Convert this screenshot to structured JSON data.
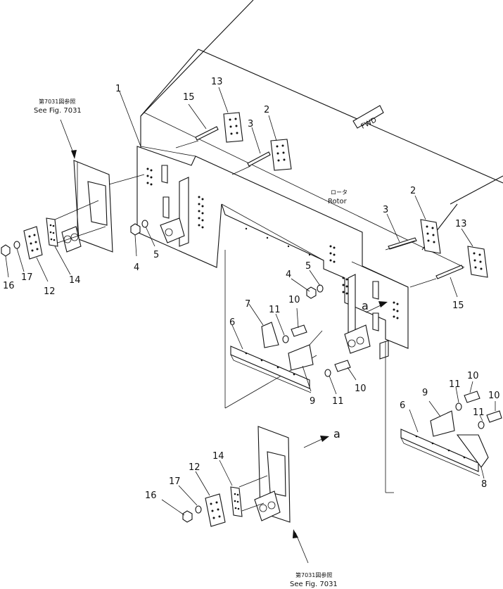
{
  "labels": {
    "p1": "1",
    "p2a": "2",
    "p2b": "2",
    "p3a": "3",
    "p3b": "3",
    "p4a": "4",
    "p4b": "4",
    "p5a": "5",
    "p5b": "5",
    "p6a": "6",
    "p6b": "6",
    "p7": "7",
    "p8": "8",
    "p9a": "9",
    "p9b": "9",
    "p10a": "10",
    "p10b": "10",
    "p10c": "10",
    "p10d": "10",
    "p11a": "11",
    "p11b": "11",
    "p11c": "11",
    "p11d": "11",
    "p12a": "12",
    "p12b": "12",
    "p13a": "13",
    "p13b": "13",
    "p14a": "14",
    "p14b": "14",
    "p15a": "15",
    "p15b": "15",
    "p16a": "16",
    "p16b": "16",
    "p17a": "17",
    "p17b": "17"
  },
  "refs": {
    "top_jp": "第7031図参照",
    "top_en": "See Fig. 7031",
    "bottom_jp": "第7031図参照",
    "bottom_en": "See Fig. 7031"
  },
  "rotor": {
    "jp": "ロータ",
    "en": "Rotor"
  },
  "fwd_mark": "FWD",
  "view_a": {
    "main": "a",
    "detail": "a"
  }
}
